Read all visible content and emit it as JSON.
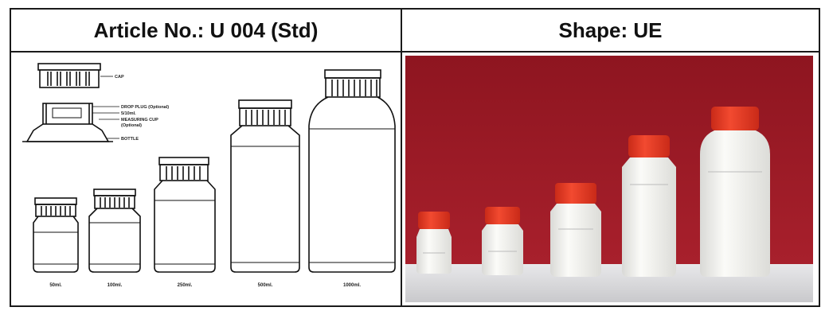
{
  "header": {
    "article": "Article No.: U 004 (Std)",
    "shape": "Shape: UE"
  },
  "drawing": {
    "callouts": {
      "cap": "CAP",
      "drop_plug": "DROP PLUG (Optional)",
      "measure_ml": "5/10ml.",
      "measuring_cup_1": "MEASURING CUP",
      "measuring_cup_2": "(Optional)",
      "bottle": "BOTTLE"
    },
    "sizes": [
      "50ml.",
      "100ml.",
      "250ml.",
      "500ml.",
      "1000ml."
    ]
  },
  "photo": {
    "colors": {
      "wall": "#9c1a26",
      "shelf": "#dcdcde",
      "cap": "#e63a25",
      "bottle": "#f1f1ee"
    }
  }
}
